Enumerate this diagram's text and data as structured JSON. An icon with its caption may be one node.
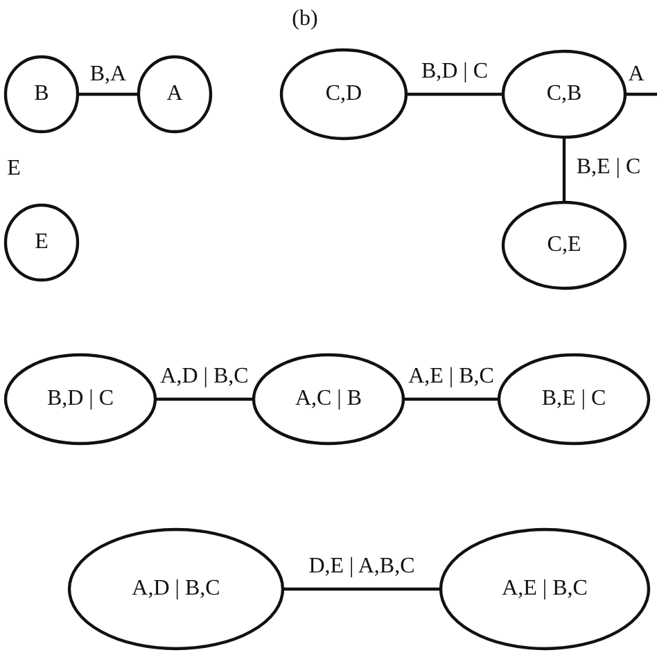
{
  "diagram": {
    "nodes": [
      {
        "text": [
          "B"
        ]
      },
      {
        "text": [
          "A"
        ]
      },
      {
        "text": [
          "E"
        ]
      },
      {
        "text": [
          "C,D"
        ]
      },
      {
        "text": [
          "C,B"
        ]
      },
      {
        "text": [
          "C,E"
        ]
      },
      {
        "text": [
          "B,D | C"
        ]
      },
      {
        "text": [
          "A,C | B"
        ]
      },
      {
        "text": [
          "B,E | C"
        ]
      },
      {
        "text": [
          "A,D | B,C"
        ]
      },
      {
        "text": [
          "A,E | B,C"
        ]
      }
    ],
    "edges": [
      {
        "from": 0,
        "to": 1,
        "arrow": "none",
        "label": "B,A"
      },
      {
        "from": 3,
        "to": 4,
        "arrow": "none",
        "label": "B,D | C"
      },
      {
        "from": 4,
        "to": null,
        "arrow": "none",
        "label": "A"
      },
      {
        "from": 4,
        "to": 5,
        "arrow": "none",
        "label": "B,E | C"
      },
      {
        "from": 6,
        "to": 7,
        "arrow": "none",
        "label": "A,D | B,C"
      },
      {
        "from": 7,
        "to": 8,
        "arrow": "none",
        "label": "A,E | B,C"
      },
      {
        "from": 9,
        "to": 10,
        "arrow": "none",
        "label": "D,E | A,B,C"
      }
    ],
    "labels": [
      "(b)",
      "E"
    ]
  }
}
